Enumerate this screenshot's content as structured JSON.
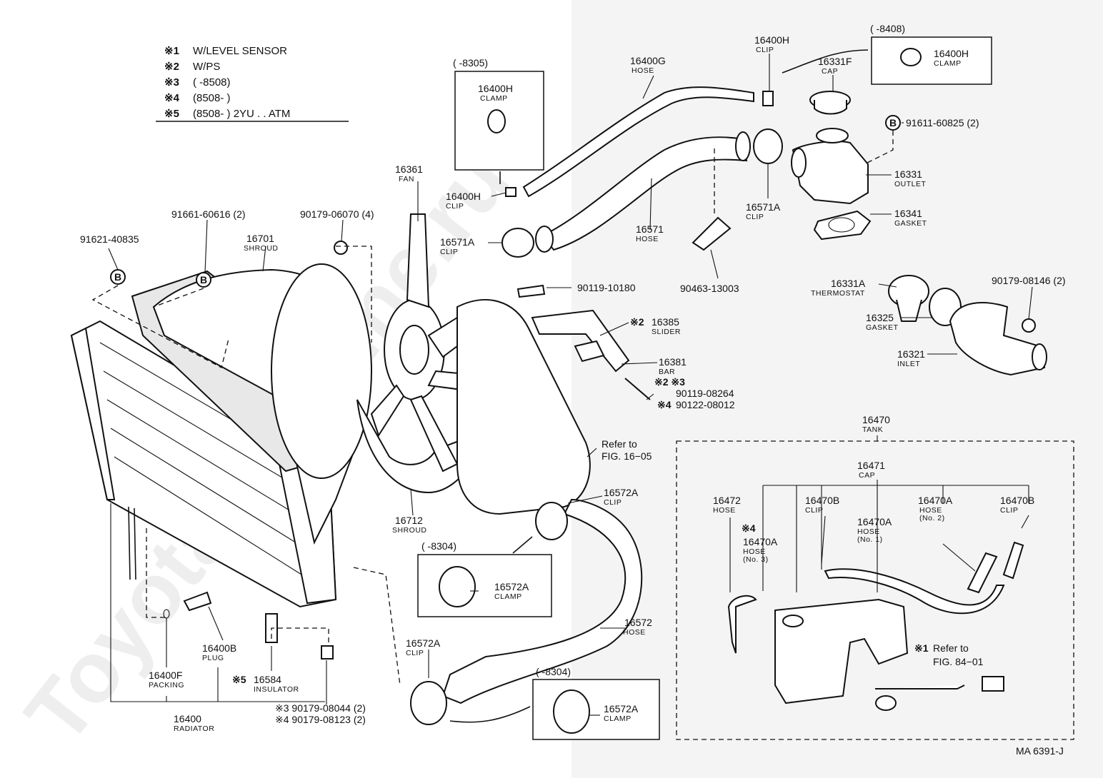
{
  "legend": [
    {
      "mark": "※1",
      "text": "W/LEVEL SENSOR"
    },
    {
      "mark": "※2",
      "text": "W/PS"
    },
    {
      "mark": "※3",
      "text": "(      -8508)"
    },
    {
      "mark": "※4",
      "text": "(8508-        )"
    },
    {
      "mark": "※5",
      "text": "(8508-        ) 2YU . . ATM"
    }
  ],
  "labels": {
    "p16400H_top": {
      "num": "16400H",
      "sub": "CLIP"
    },
    "p16400H_box_top": {
      "num": "16400H",
      "sub": "CLAMP"
    },
    "range_8408": "(      -8408)",
    "p16331F": {
      "num": "16331F",
      "sub": "CAP"
    },
    "p16400G": {
      "num": "16400G",
      "sub": "HOSE"
    },
    "range_8305": "(      -8305)",
    "p16400H_box_left": {
      "num": "16400H",
      "sub": "CLAMP"
    },
    "p16361": {
      "num": "16361",
      "sub": "FAN"
    },
    "p16400H_clip": {
      "num": "16400H",
      "sub": "CLIP"
    },
    "p16571A_left": {
      "num": "16571A",
      "sub": "CLIP"
    },
    "p16571": {
      "num": "16571",
      "sub": "HOSE"
    },
    "p16571A_right": {
      "num": "16571A",
      "sub": "CLIP"
    },
    "p91611": "91611-60825 (2)",
    "p16331": {
      "num": "16331",
      "sub": "OUTLET"
    },
    "p16341": {
      "num": "16341",
      "sub": "GASKET"
    },
    "p90463": "90463-13003",
    "p16331A": {
      "num": "16331A",
      "sub": "THERMOSTAT"
    },
    "p90179_08146": "90179-08146 (2)",
    "p16325": {
      "num": "16325",
      "sub": "GASKET"
    },
    "p16321": {
      "num": "16321",
      "sub": "INLET"
    },
    "p91621": "91621-40835",
    "p91661": "91661-60616 (2)",
    "p16701": {
      "num": "16701",
      "sub": "SHROUD"
    },
    "p90179_06070": "90179-06070 (4)",
    "p90119_10180": "90119-10180",
    "p16385": {
      "mark": "※2",
      "num": "16385",
      "sub": "SLIDER"
    },
    "p16381": {
      "num": "16381",
      "sub": "BAR"
    },
    "p90119_08264": {
      "mark": "※2 ※3",
      "num": "90119-08264"
    },
    "p90122_08012": {
      "mark": "※4",
      "num": "90122-08012"
    },
    "refer1605": [
      "Refer to",
      "FIG. 16−05"
    ],
    "p16712": {
      "num": "16712",
      "sub": "SHROUD"
    },
    "p16572A_top": {
      "num": "16572A",
      "sub": "CLIP"
    },
    "range_8304a": "(      -8304)",
    "p16572A_boxA": {
      "num": "16572A",
      "sub": "CLAMP"
    },
    "p16572": {
      "num": "16572",
      "sub": "HOSE"
    },
    "p16572A_bottom": {
      "num": "16572A",
      "sub": "CLIP"
    },
    "range_8304b": "(      -8304)",
    "p16572A_boxB": {
      "num": "16572A",
      "sub": "CLAMP"
    },
    "p16400B": {
      "num": "16400B",
      "sub": "PLUG"
    },
    "p16400F": {
      "num": "16400F",
      "sub": "PACKING"
    },
    "p16584": {
      "mark": "※5",
      "num": "16584",
      "sub": "INSULATOR"
    },
    "p16400": {
      "num": "16400",
      "sub": "RADIATOR"
    },
    "p90179_08044": "※3 90179-08044 (2)",
    "p90179_08123": "※4 90179-08123 (2)",
    "p16470": {
      "num": "16470",
      "sub": "TANK"
    },
    "p16471": {
      "num": "16471",
      "sub": "CAP"
    },
    "p16472": {
      "num": "16472",
      "sub": "HOSE"
    },
    "p16470B_a": {
      "num": "16470B",
      "sub": "CLIP"
    },
    "p16470A_no2": {
      "num": "16470A",
      "sub": "HOSE",
      "sub2": "(No. 2)"
    },
    "p16470B_b": {
      "num": "16470B",
      "sub": "CLIP"
    },
    "p16470A_no1": {
      "num": "16470A",
      "sub": "HOSE",
      "sub2": "(No. 1)"
    },
    "p16470A_no3": {
      "mark": "※4",
      "num": "16470A",
      "sub": "HOSE",
      "sub2": "(No. 3)"
    },
    "refer8401": {
      "mark": "※1",
      "lines": [
        "Refer to",
        "FIG. 84−01"
      ]
    },
    "code": "MA 6391-J"
  },
  "watermark": "ToyotaCarMine.ru",
  "colors": {
    "ink": "#111111",
    "paper": "#ffffff",
    "shade": "#f4f4f4"
  }
}
